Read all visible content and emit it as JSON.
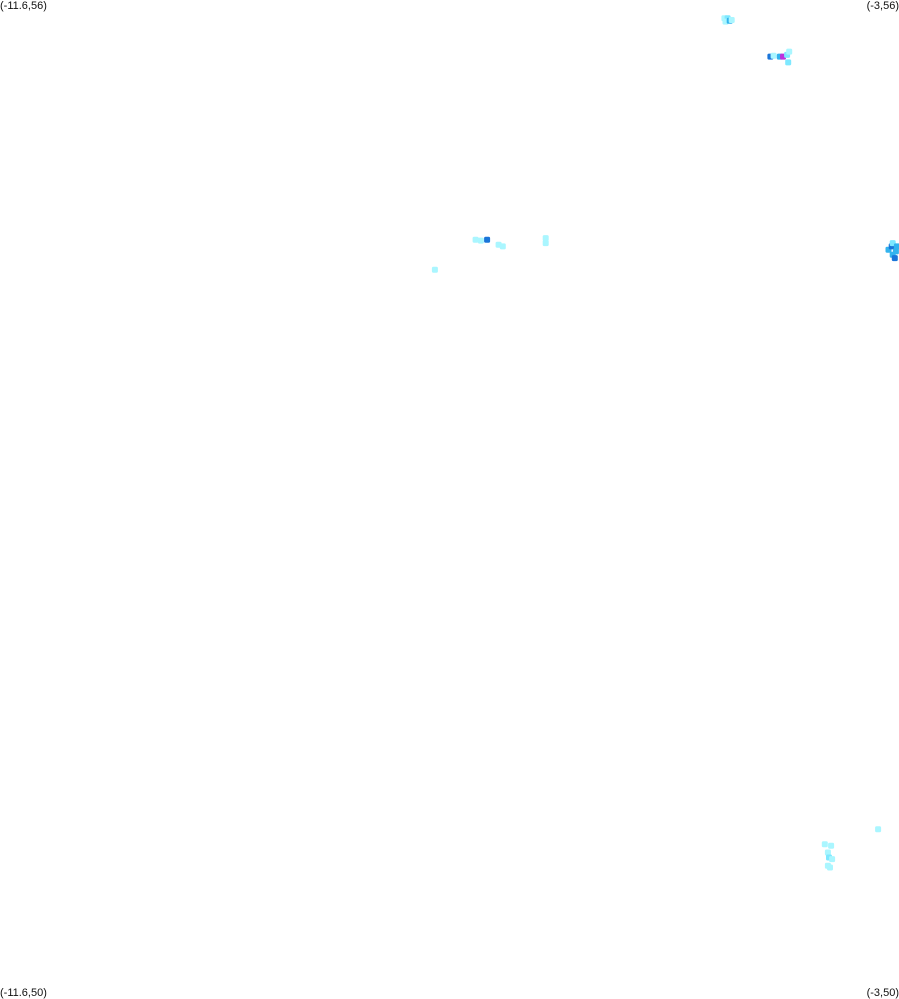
{
  "map": {
    "bounds": {
      "lon_min": -11.6,
      "lon_max": -3,
      "lat_min": 50,
      "lat_max": 56
    },
    "corner_labels": {
      "top_left": "(-11.6,56)",
      "top_right": "(-3,56)",
      "bottom_left": "(-11.6,50)",
      "bottom_right": "(-3,50)"
    },
    "intensity_colors": {
      "very_low": "#aaf6ff",
      "low": "#7ee8ff",
      "medium": "#33b3ee",
      "high": "#1a75d9",
      "very_high": "#1f2fd1",
      "peak": "#bb33dd"
    },
    "cells": [
      {
        "lon": -4.67,
        "lat": 55.89,
        "level": "very_low"
      },
      {
        "lon": -4.64,
        "lat": 55.89,
        "level": "low"
      },
      {
        "lon": -4.66,
        "lat": 55.87,
        "level": "very_low"
      },
      {
        "lon": -4.62,
        "lat": 55.875,
        "level": "medium"
      },
      {
        "lon": -4.6,
        "lat": 55.88,
        "level": "very_low"
      },
      {
        "lon": -4.23,
        "lat": 55.66,
        "level": "high"
      },
      {
        "lon": -4.2,
        "lat": 55.665,
        "level": "very_low"
      },
      {
        "lon": -4.14,
        "lat": 55.66,
        "level": "medium"
      },
      {
        "lon": -4.11,
        "lat": 55.66,
        "level": "peak"
      },
      {
        "lon": -4.07,
        "lat": 55.67,
        "level": "low"
      },
      {
        "lon": -4.05,
        "lat": 55.69,
        "level": "very_low"
      },
      {
        "lon": -4.06,
        "lat": 55.625,
        "level": "low"
      },
      {
        "lon": -7.05,
        "lat": 54.56,
        "level": "very_low"
      },
      {
        "lon": -7.0,
        "lat": 54.555,
        "level": "very_low"
      },
      {
        "lon": -6.94,
        "lat": 54.56,
        "level": "very_blue"
      },
      {
        "lon": -6.83,
        "lat": 54.53,
        "level": "very_low"
      },
      {
        "lon": -6.79,
        "lat": 54.52,
        "level": "very_low"
      },
      {
        "lon": -6.38,
        "lat": 54.54,
        "level": "very_low"
      },
      {
        "lon": -6.38,
        "lat": 54.57,
        "level": "very_low"
      },
      {
        "lon": -7.44,
        "lat": 54.38,
        "level": "very_low"
      },
      {
        "lon": -3.1,
        "lat": 54.5,
        "level": "medium"
      },
      {
        "lon": -3.07,
        "lat": 54.52,
        "level": "high"
      },
      {
        "lon": -3.06,
        "lat": 54.47,
        "level": "medium"
      },
      {
        "lon": -3.03,
        "lat": 54.49,
        "level": "medium"
      },
      {
        "lon": -3.04,
        "lat": 54.45,
        "level": "high"
      },
      {
        "lon": -3.06,
        "lat": 54.54,
        "level": "low"
      },
      {
        "lon": -3.02,
        "lat": 54.52,
        "level": "medium"
      },
      {
        "lon": -2.89,
        "lat": 51.09,
        "level": "very_low"
      },
      {
        "lon": -3.2,
        "lat": 51.02,
        "level": "very_low"
      },
      {
        "lon": -3.71,
        "lat": 50.93,
        "level": "very_low"
      },
      {
        "lon": -3.65,
        "lat": 50.92,
        "level": "very_low"
      },
      {
        "lon": -3.68,
        "lat": 50.88,
        "level": "very_low"
      },
      {
        "lon": -3.67,
        "lat": 50.85,
        "level": "low"
      },
      {
        "lon": -3.64,
        "lat": 50.84,
        "level": "very_low"
      },
      {
        "lon": -3.68,
        "lat": 50.8,
        "level": "very_low"
      },
      {
        "lon": -3.66,
        "lat": 50.79,
        "level": "very_low"
      }
    ]
  }
}
